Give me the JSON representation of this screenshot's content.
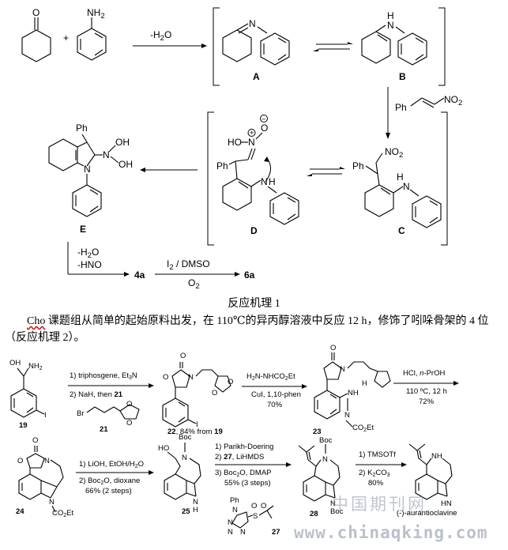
{
  "mechanism1": {
    "reagent_amine": "NH",
    "reagent_amine_sub": "2",
    "plus": "+",
    "ketone_o": "O",
    "arrow1_label": "-H",
    "arrow1_sub": "2",
    "arrow1_suffix": "O",
    "imine_n": "N",
    "enamine_nh": "N",
    "enamine_h": "H",
    "label_A": "A",
    "label_B": "B",
    "nitro_reagent_ph": "Ph",
    "nitro_reagent_no2": "NO",
    "nitro_reagent_sub": "2",
    "label_C": "C",
    "c_ph": "Ph",
    "c_no2": "NO",
    "c_sub": "2",
    "c_nh": "H",
    "c_n": "N",
    "label_D": "D",
    "d_ho": "HO",
    "d_n": "N",
    "d_o": "O",
    "d_plus": "+",
    "d_minus": "−",
    "d_ph": "Ph",
    "d_n2": "N",
    "d_h": "H",
    "label_E": "E",
    "e_ph": "Ph",
    "e_oh1": "OH",
    "e_oh2": "OH",
    "e_n": "N",
    "e_n2": "N",
    "e_cond1": "-H",
    "e_cond1_sub": "2",
    "e_cond1_suffix": "O",
    "e_cond2": "-HNO",
    "product_4a": "4a",
    "cond_top": "I",
    "cond_top_sub": "2",
    "cond_top_suffix": " / DMSO",
    "cond_bottom": "O",
    "cond_bottom_sub": "2",
    "product_6a": "6a"
  },
  "caption": "反应机理 1",
  "paragraph": {
    "cho": "Cho",
    "text": " 课题组从简单的起始原料出发，在 110℃的异丙醇溶液中反应 12 h，修饰了吲哚骨架的 4 位（反应机理 2）。"
  },
  "scheme2": {
    "c19_oh": "OH",
    "c19_nh2": "NH",
    "c19_nh2_sub": "2",
    "c19_i": "I",
    "c19_label": "19",
    "step1_a": "1) triphosgene, Et",
    "step1_a_sub": "3",
    "step1_a_suffix": "N",
    "step1_b": "2) NaH, then ",
    "step1_b_bold": "21",
    "c21_br": "Br",
    "c21_o1": "O",
    "c21_o2": "O",
    "c21_label": "21",
    "c22_o1": "O",
    "c22_o2": "O",
    "c22_n": "N",
    "c22_i": "I",
    "c22_o3": "O",
    "c22_o4": "O",
    "c22_label": "22",
    "c22_yield": ", 84% from ",
    "c22_from": "19",
    "step2_reagent": "H",
    "step2_reagent_sub": "2",
    "step2_reagent_suffix": "N-NHCO",
    "step2_reagent_sub2": "2",
    "step2_reagent_end": "Et",
    "step2_cond": "CuI, 1,10-phen",
    "step2_yield": "70%",
    "c23_o": "O",
    "c23_n": "N",
    "c23_nh": "NH",
    "c23_n2": "N",
    "c23_co2et": "CO",
    "c23_co2et_sub": "2",
    "c23_co2et_end": "Et",
    "c23_h": "H",
    "c23_label": "23",
    "step3_reagent": "HCl, ",
    "step3_reagent_italic": "n",
    "step3_reagent_end": "-PrOH",
    "step3_cond": "110 ºC, 12 h",
    "step3_yield": "72%",
    "c24_o1": "O",
    "c24_o2": "O",
    "c24_n": "N",
    "c24_n2": "N",
    "c24_co2et": "CO",
    "c24_co2et_sub": "2",
    "c24_co2et_end": "Et",
    "c24_label": "24",
    "step4_a": "1) LiOH, EtOH/H",
    "step4_a_sub": "2",
    "step4_a_suffix": "O",
    "step4_b": "2) Boc",
    "step4_b_sub": "2",
    "step4_b_suffix": "O, dioxane",
    "step4_c": "66% (2 steps)",
    "c25_boc": "Boc",
    "c25_ho": "HO",
    "c25_n": "N",
    "c25_hn": "N",
    "c25_h": "H",
    "c25_label": "25",
    "step5_a": "1) Parikh-Doering",
    "step5_b": "2) ",
    "step5_b_bold": "27",
    "step5_b_suffix": ", LiHMDS",
    "step5_c": "3) Boc",
    "step5_c_sub": "2",
    "step5_c_suffix": "O, DMAP",
    "step5_d": "55% (3 steps)",
    "c27_ph": "Ph",
    "c27_n1": "N",
    "c27_n2": "N",
    "c27_n3": "N",
    "c27_n4": "N",
    "c27_s": "S",
    "c27_o1": "O",
    "c27_o2": "O",
    "c27_label": "27",
    "c28_boc": "Boc",
    "c28_n": "N",
    "c28_n2": "N",
    "c28_boc2": "Boc",
    "c28_label": "28",
    "step6_a": "1) TMSOTf",
    "step6_b": "2) K",
    "step6_b_sub": "2",
    "step6_b_suffix": "CO",
    "step6_b_sub2": "3",
    "step6_c": "80%",
    "final_nh": "NH",
    "final_hn": "HN",
    "final_label": "(-)-aurantioclavine"
  },
  "watermark": {
    "cn": "中国期刊网",
    "url": "www.chinaqking.com"
  }
}
